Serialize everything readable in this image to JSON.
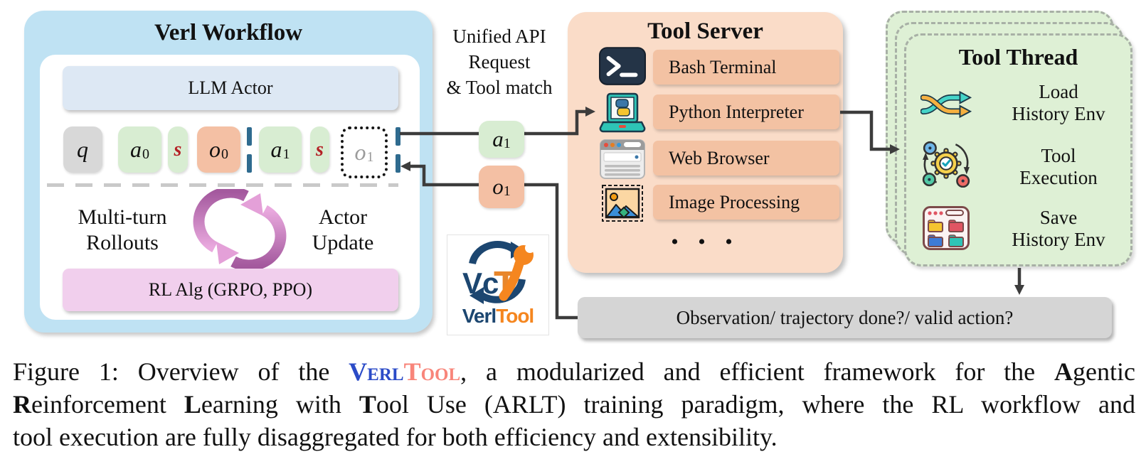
{
  "figure": {
    "workflow": {
      "title": "Verl Workflow",
      "llm_actor": "LLM Actor",
      "tokens": [
        {
          "base": "q",
          "sub": ""
        },
        {
          "base": "a",
          "sub": "0"
        },
        {
          "base": "s",
          "sub": ""
        },
        {
          "base": "o",
          "sub": "0"
        },
        {
          "base": "a",
          "sub": "1"
        },
        {
          "base": "s",
          "sub": ""
        },
        {
          "base": "o",
          "sub": "1"
        }
      ],
      "loop_left_line1": "Multi-turn",
      "loop_left_line2": "Rollouts",
      "loop_right_line1": "Actor",
      "loop_right_line2": "Update",
      "rl_alg": "RL Alg (GRPO, PPO)"
    },
    "api_note": {
      "line1": "Unified API",
      "line2": "Request",
      "line3": "& Tool match"
    },
    "action_token": {
      "base": "a",
      "sub": "1"
    },
    "observation_token": {
      "base": "o",
      "sub": "1"
    },
    "logo": {
      "word_part1": "Verl",
      "word_part2": "Tool"
    },
    "tool_server": {
      "title": "Tool Server",
      "tools": [
        {
          "label": "Bash Terminal"
        },
        {
          "label": "Python Interpreter"
        },
        {
          "label": "Web Browser"
        },
        {
          "label": "Image Processing"
        }
      ],
      "more_indicator": "• • •"
    },
    "tool_thread": {
      "title": "Tool Thread",
      "steps": [
        {
          "line1": "Load",
          "line2": "History Env"
        },
        {
          "line1": "Tool",
          "line2": "Execution"
        },
        {
          "line1": "Save",
          "line2": "History Env"
        }
      ]
    },
    "status_bar": "Observation/ trajectory done?/ valid action?"
  },
  "caption": {
    "line1": {
      "t1": "Figure 1: Overview of the ",
      "brand_verl": "Verl",
      "brand_tool": "Tool",
      "t2": ", a modularized and efficient framework for the ",
      "b1": "A",
      "t3": "gentic"
    },
    "line2": {
      "b1": "R",
      "t1": "einforcement ",
      "b2": "L",
      "t2": "earning with ",
      "b3": "T",
      "t3": "ool Use (ARLT) training paradigm, where the RL workflow and"
    },
    "line3": {
      "t1": "tool execution are fully disaggregated for both efficiency and extensibility."
    }
  },
  "colors": {
    "workflow_bg": "#BFE2F3",
    "llm_actor_bg": "#DDE8F4",
    "rl_alg_bg": "#F1CFED",
    "token_green": "#D8EDD2",
    "token_salmon": "#F4C0A4",
    "token_gray": "#D8D8D8",
    "state_token_red": "#B42025",
    "separator_blue": "#2F6B8F",
    "tool_server_bg": "#FADCC8",
    "tool_label_bg": "#F3C2A3",
    "tool_thread_bg": "#DEF0D5",
    "status_bar_bg": "#D5D5D5",
    "arrow_gray": "#3C3C3C",
    "brand_verl_blue": "#2B4BC7",
    "brand_tool_salmon": "#F8857A",
    "logo_navy": "#1C4670",
    "logo_orange": "#F5861F"
  }
}
